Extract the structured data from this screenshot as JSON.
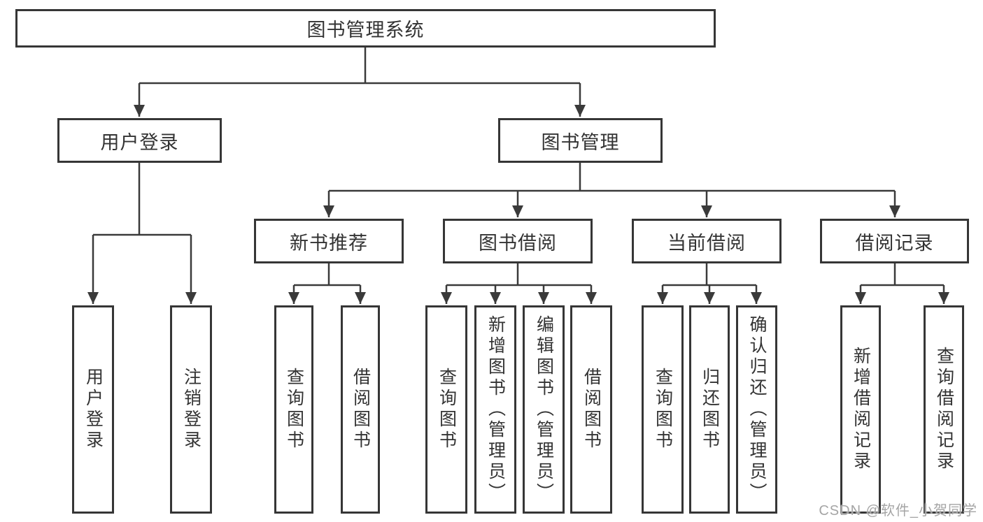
{
  "diagram": {
    "watermark": "CSDN @软件_小贺同学",
    "colors": {
      "line": "#3a3a3a",
      "border": "#363636",
      "text": "#333333",
      "watermark_text": "#a5a5a5",
      "background": "#ffffff"
    },
    "tree": {
      "root": "图书管理系统",
      "level2": [
        {
          "label": "用户登录",
          "children": [
            "用户登录",
            "注销登录"
          ]
        },
        {
          "label": "图书管理",
          "groups": [
            {
              "label": "新书推荐",
              "children": [
                "查询图书",
                "借阅图书"
              ]
            },
            {
              "label": "图书借阅",
              "children": [
                "查询图书",
                "新增图书（管理员）",
                "编辑图书（管理员）",
                "借阅图书"
              ]
            },
            {
              "label": "当前借阅",
              "children": [
                "查询图书",
                "归还图书",
                "确认归还（管理员）"
              ]
            },
            {
              "label": "借阅记录",
              "children": [
                "新增借阅记录",
                "查询借阅记录"
              ]
            }
          ]
        }
      ]
    }
  }
}
